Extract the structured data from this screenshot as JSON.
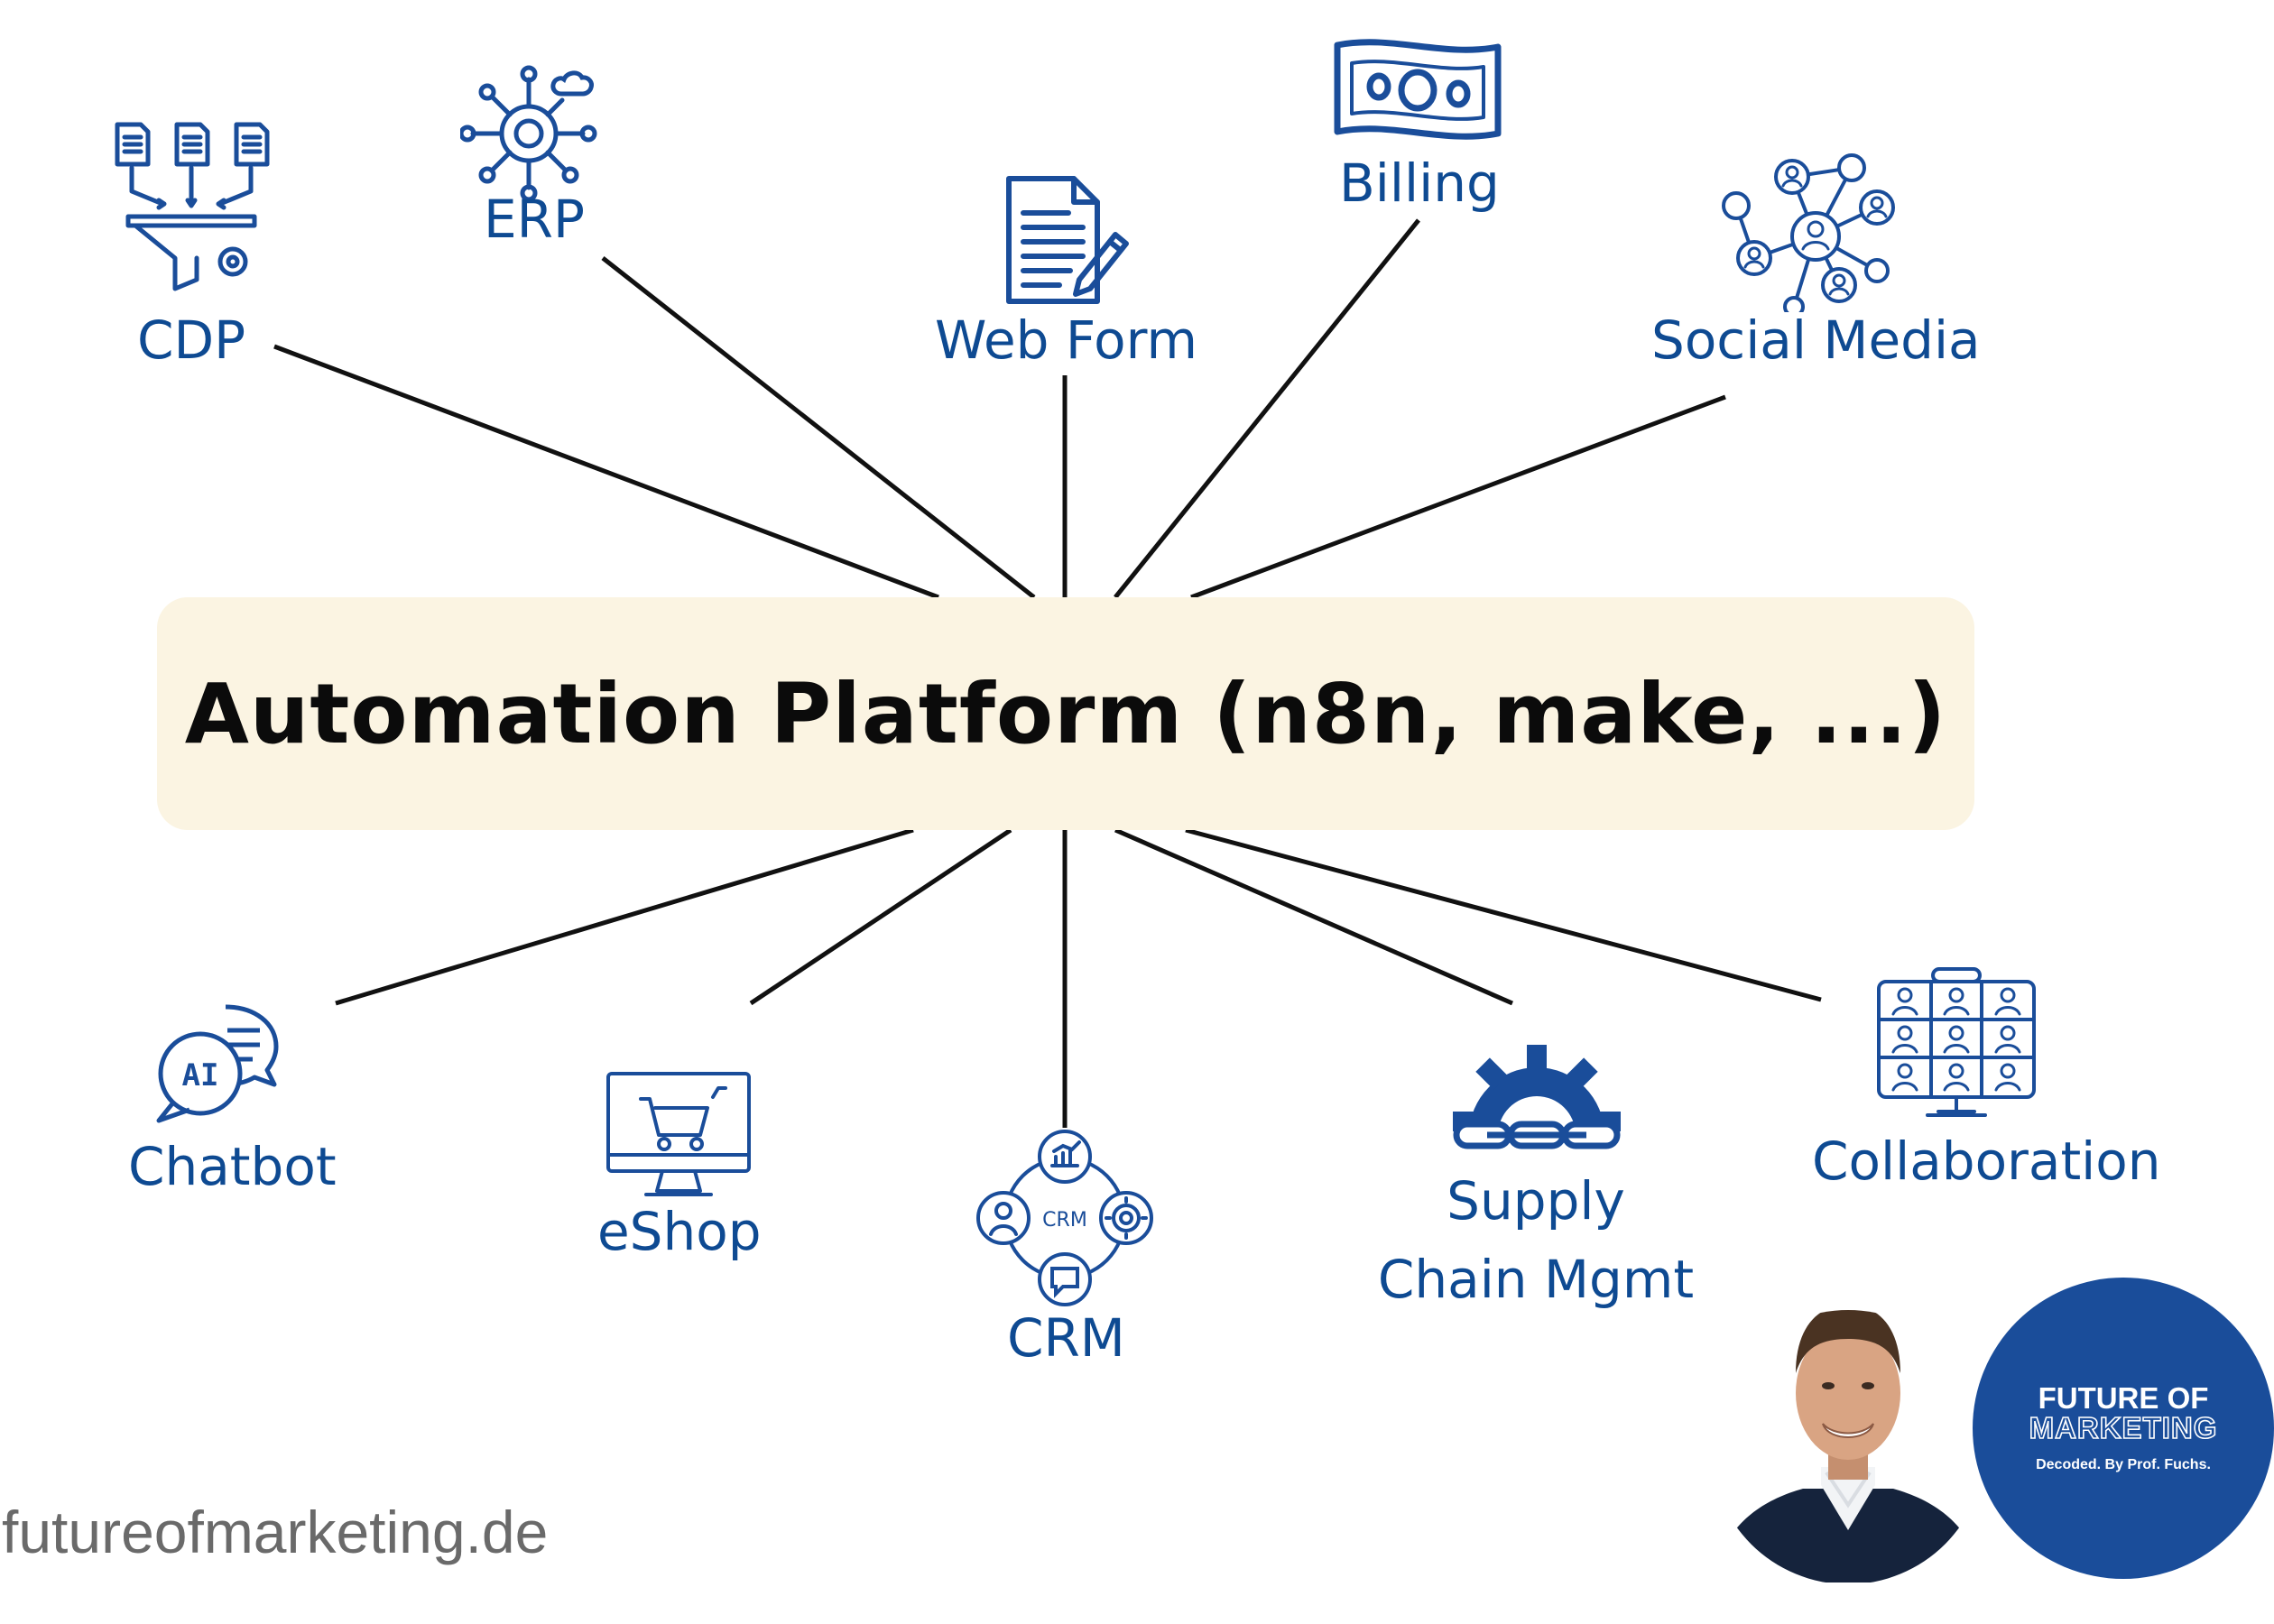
{
  "center": {
    "title": "Automation Platform (n8n, make, ...)"
  },
  "nodes": {
    "cdp": {
      "label": "CDP",
      "icon": "funnel-documents-icon"
    },
    "erp": {
      "label": "ERP",
      "icon": "gear-network-cloud-icon"
    },
    "web_form": {
      "label": "Web Form",
      "icon": "document-pencil-icon"
    },
    "billing": {
      "label": "Billing",
      "icon": "banknote-icon"
    },
    "social_media": {
      "label": "Social Media",
      "icon": "people-network-icon"
    },
    "chatbot": {
      "label": "Chatbot",
      "icon": "ai-chat-bubbles-icon",
      "badge": "AI"
    },
    "eshop": {
      "label": "eShop",
      "icon": "monitor-cart-icon"
    },
    "crm": {
      "label": "CRM",
      "icon": "crm-cycle-icon",
      "badge": "CRM"
    },
    "supply_chain": {
      "label": "Supply Chain Mgmt",
      "icon": "gear-chain-icon"
    },
    "collaboration": {
      "label": "Collaboration",
      "icon": "video-conference-icon"
    }
  },
  "footer": {
    "website": "futureofmarketing.de",
    "brand": {
      "line1": "FUTURE OF",
      "line2": "MARKETING",
      "tagline": "Decoded. By Prof. Fuchs."
    }
  },
  "colors": {
    "label_blue": "#0e4a92",
    "icon_blue": "#1a4d9a",
    "center_box": "#fbf4e2",
    "connector": "#111111",
    "url_gray": "#6a6a6a"
  }
}
